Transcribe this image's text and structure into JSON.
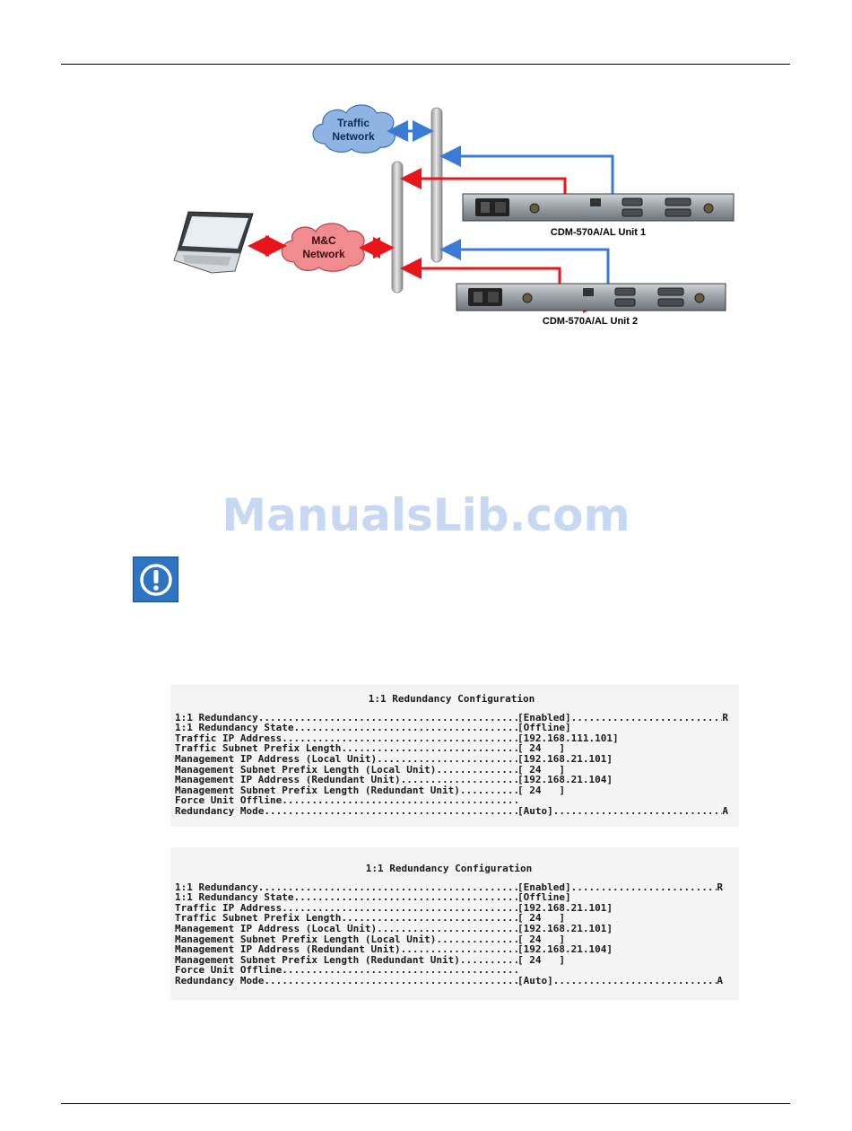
{
  "diagram": {
    "traffic_network": [
      "Traffic",
      "Network"
    ],
    "mc_network": [
      "M&C",
      "Network"
    ],
    "unit1_label": "CDM-570A/AL Unit 1",
    "unit2_label": "CDM-570A/AL Unit 2"
  },
  "colors": {
    "traffic_link": "#3a7bd5",
    "mc_link": "#e8161b",
    "traffic_cloud": "#8fb4e3",
    "mc_cloud": "#f08b8f"
  },
  "watermark": "ManualsLib.com",
  "caution_icon": "exclamation-circle-icon",
  "terminal1": {
    "title": "1:1 Redundancy Configuration",
    "rows": [
      {
        "label": "1:1 Redundancy",
        "value": "[Enabled]",
        "key": "R"
      },
      {
        "label": "1:1 Redundancy State",
        "value": "[Offline]",
        "key": ""
      },
      {
        "label": "Traffic IP Address",
        "value": "[192.168.111.101]",
        "key": ""
      },
      {
        "label": "Traffic Subnet Prefix Length",
        "value": "[ 24   ]",
        "key": ""
      },
      {
        "label": "Management IP Address (Local Unit)",
        "value": "[192.168.21.101]",
        "key": ""
      },
      {
        "label": "Management Subnet Prefix Length (Local Unit)",
        "value": "[ 24   ]",
        "key": ""
      },
      {
        "label": "Management IP Address (Redundant Unit)",
        "value": "[192.168.21.104]",
        "key": ""
      },
      {
        "label": "Management Subnet Prefix Length (Redundant Unit)",
        "value": "[ 24   ]",
        "key": ""
      },
      {
        "label": "Force Unit Offline",
        "value": "",
        "key": ""
      },
      {
        "label": "Redundancy Mode",
        "value": "[Auto]",
        "key": "A"
      }
    ]
  },
  "terminal2": {
    "title": "1:1 Redundancy Configuration",
    "rows": [
      {
        "label": "1:1 Redundancy",
        "value": "[Enabled]",
        "key": "R"
      },
      {
        "label": "1:1 Redundancy State",
        "value": "[Offline]",
        "key": ""
      },
      {
        "label": "Traffic IP Address",
        "value": "[192.168.21.101]",
        "key": ""
      },
      {
        "label": "Traffic Subnet Prefix Length",
        "value": "[ 24   ]",
        "key": ""
      },
      {
        "label": "Management IP Address (Local Unit)",
        "value": "[192.168.21.101]",
        "key": ""
      },
      {
        "label": "Management Subnet Prefix Length (Local Unit)",
        "value": "[ 24   ]",
        "key": ""
      },
      {
        "label": "Management IP Address (Redundant Unit)",
        "value": "[192.168.21.104]",
        "key": ""
      },
      {
        "label": "Management Subnet Prefix Length (Redundant Unit)",
        "value": "[ 24   ]",
        "key": ""
      },
      {
        "label": "Force Unit Offline",
        "value": "",
        "key": ""
      },
      {
        "label": "Redundancy Mode",
        "value": "[Auto]",
        "key": "A"
      }
    ]
  }
}
